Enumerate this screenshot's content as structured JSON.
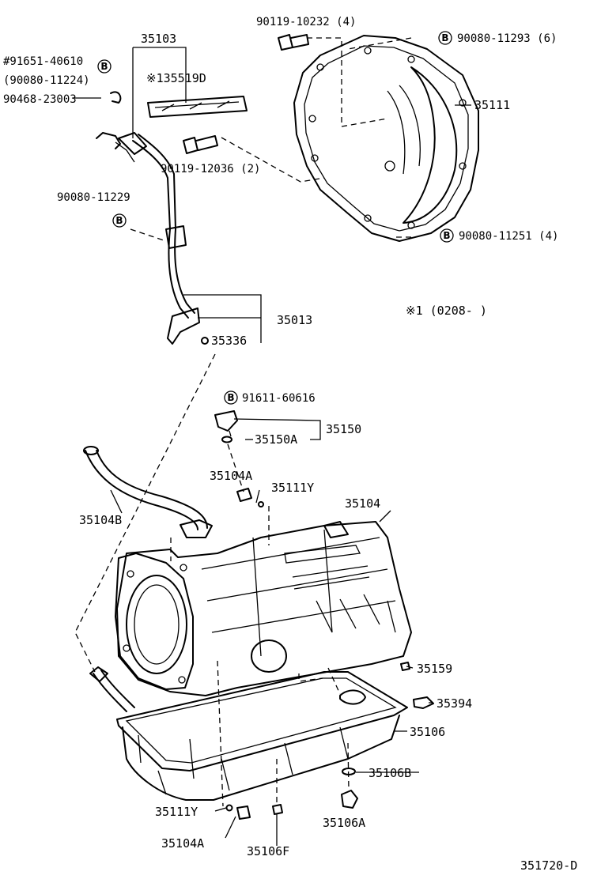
{
  "diagram_id": "351720-D",
  "labels": {
    "p35103": "35103",
    "p91651": "#91651-40610",
    "p90080_11224": "(90080-11224)",
    "p90468": "90468-23003",
    "note135519D": "※135519D",
    "p90119_10232": "90119-10232 (4)",
    "p90080_11293": "90080-11293 (6)",
    "p35111": "35111",
    "p90119_12036": "90119-12036 (2)",
    "p90080_11229": "90080-11229",
    "p90080_11251": "90080-11251 (4)",
    "p35013": "35013",
    "p35336": "35336",
    "note1": "※1 (0208-      )",
    "p91611": "91611-60616",
    "p35150": "35150",
    "p35150A": "35150A",
    "p35104A_top": "35104A",
    "p35111Y_top": "35111Y",
    "p35104": "35104",
    "p35104B": "35104B",
    "p35159": "35159",
    "p35394": "35394",
    "p35106": "35106",
    "p35106B": "35106B",
    "p35111Y_bot": "35111Y",
    "p35104A_bot": "35104A",
    "p35106A": "35106A",
    "p35106F": "35106F"
  },
  "b_marker": "B"
}
